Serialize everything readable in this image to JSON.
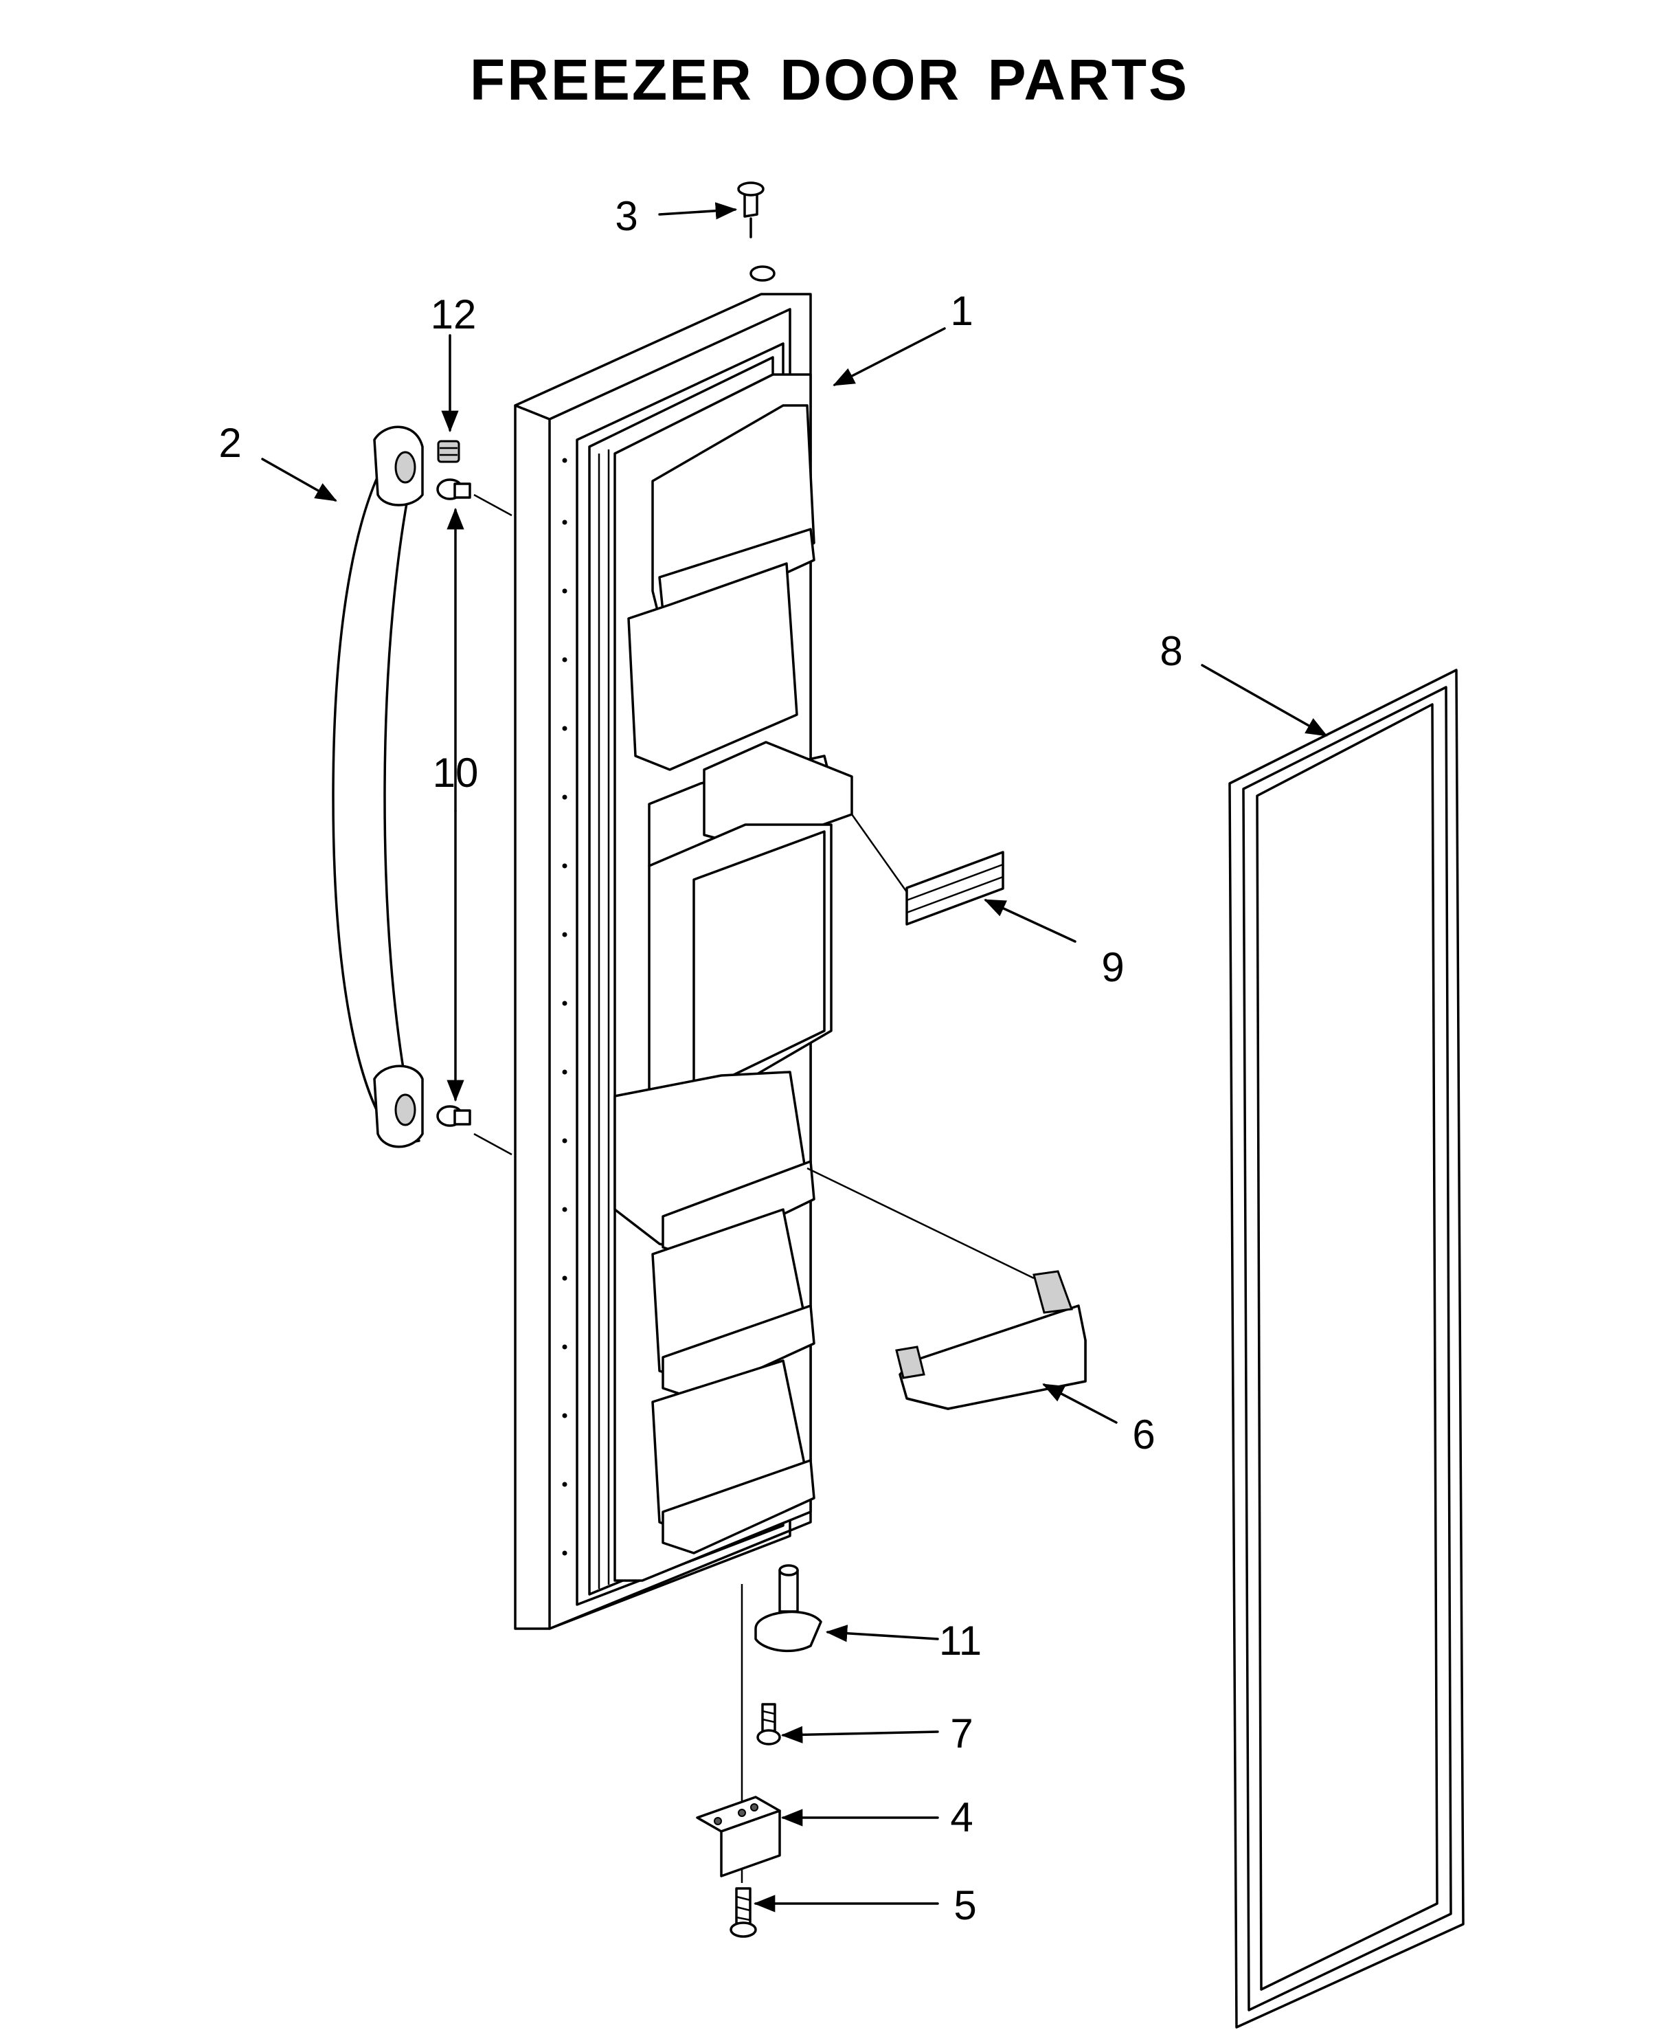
{
  "title": "FREEZER DOOR PARTS",
  "callouts": [
    {
      "id": "1",
      "label": "1"
    },
    {
      "id": "2",
      "label": "2"
    },
    {
      "id": "3",
      "label": "3"
    },
    {
      "id": "4",
      "label": "4"
    },
    {
      "id": "5",
      "label": "5"
    },
    {
      "id": "6",
      "label": "6"
    },
    {
      "id": "7",
      "label": "7"
    },
    {
      "id": "8",
      "label": "8"
    },
    {
      "id": "9",
      "label": "9"
    },
    {
      "id": "10",
      "label": "10"
    },
    {
      "id": "11",
      "label": "11"
    },
    {
      "id": "12",
      "label": "12"
    }
  ]
}
